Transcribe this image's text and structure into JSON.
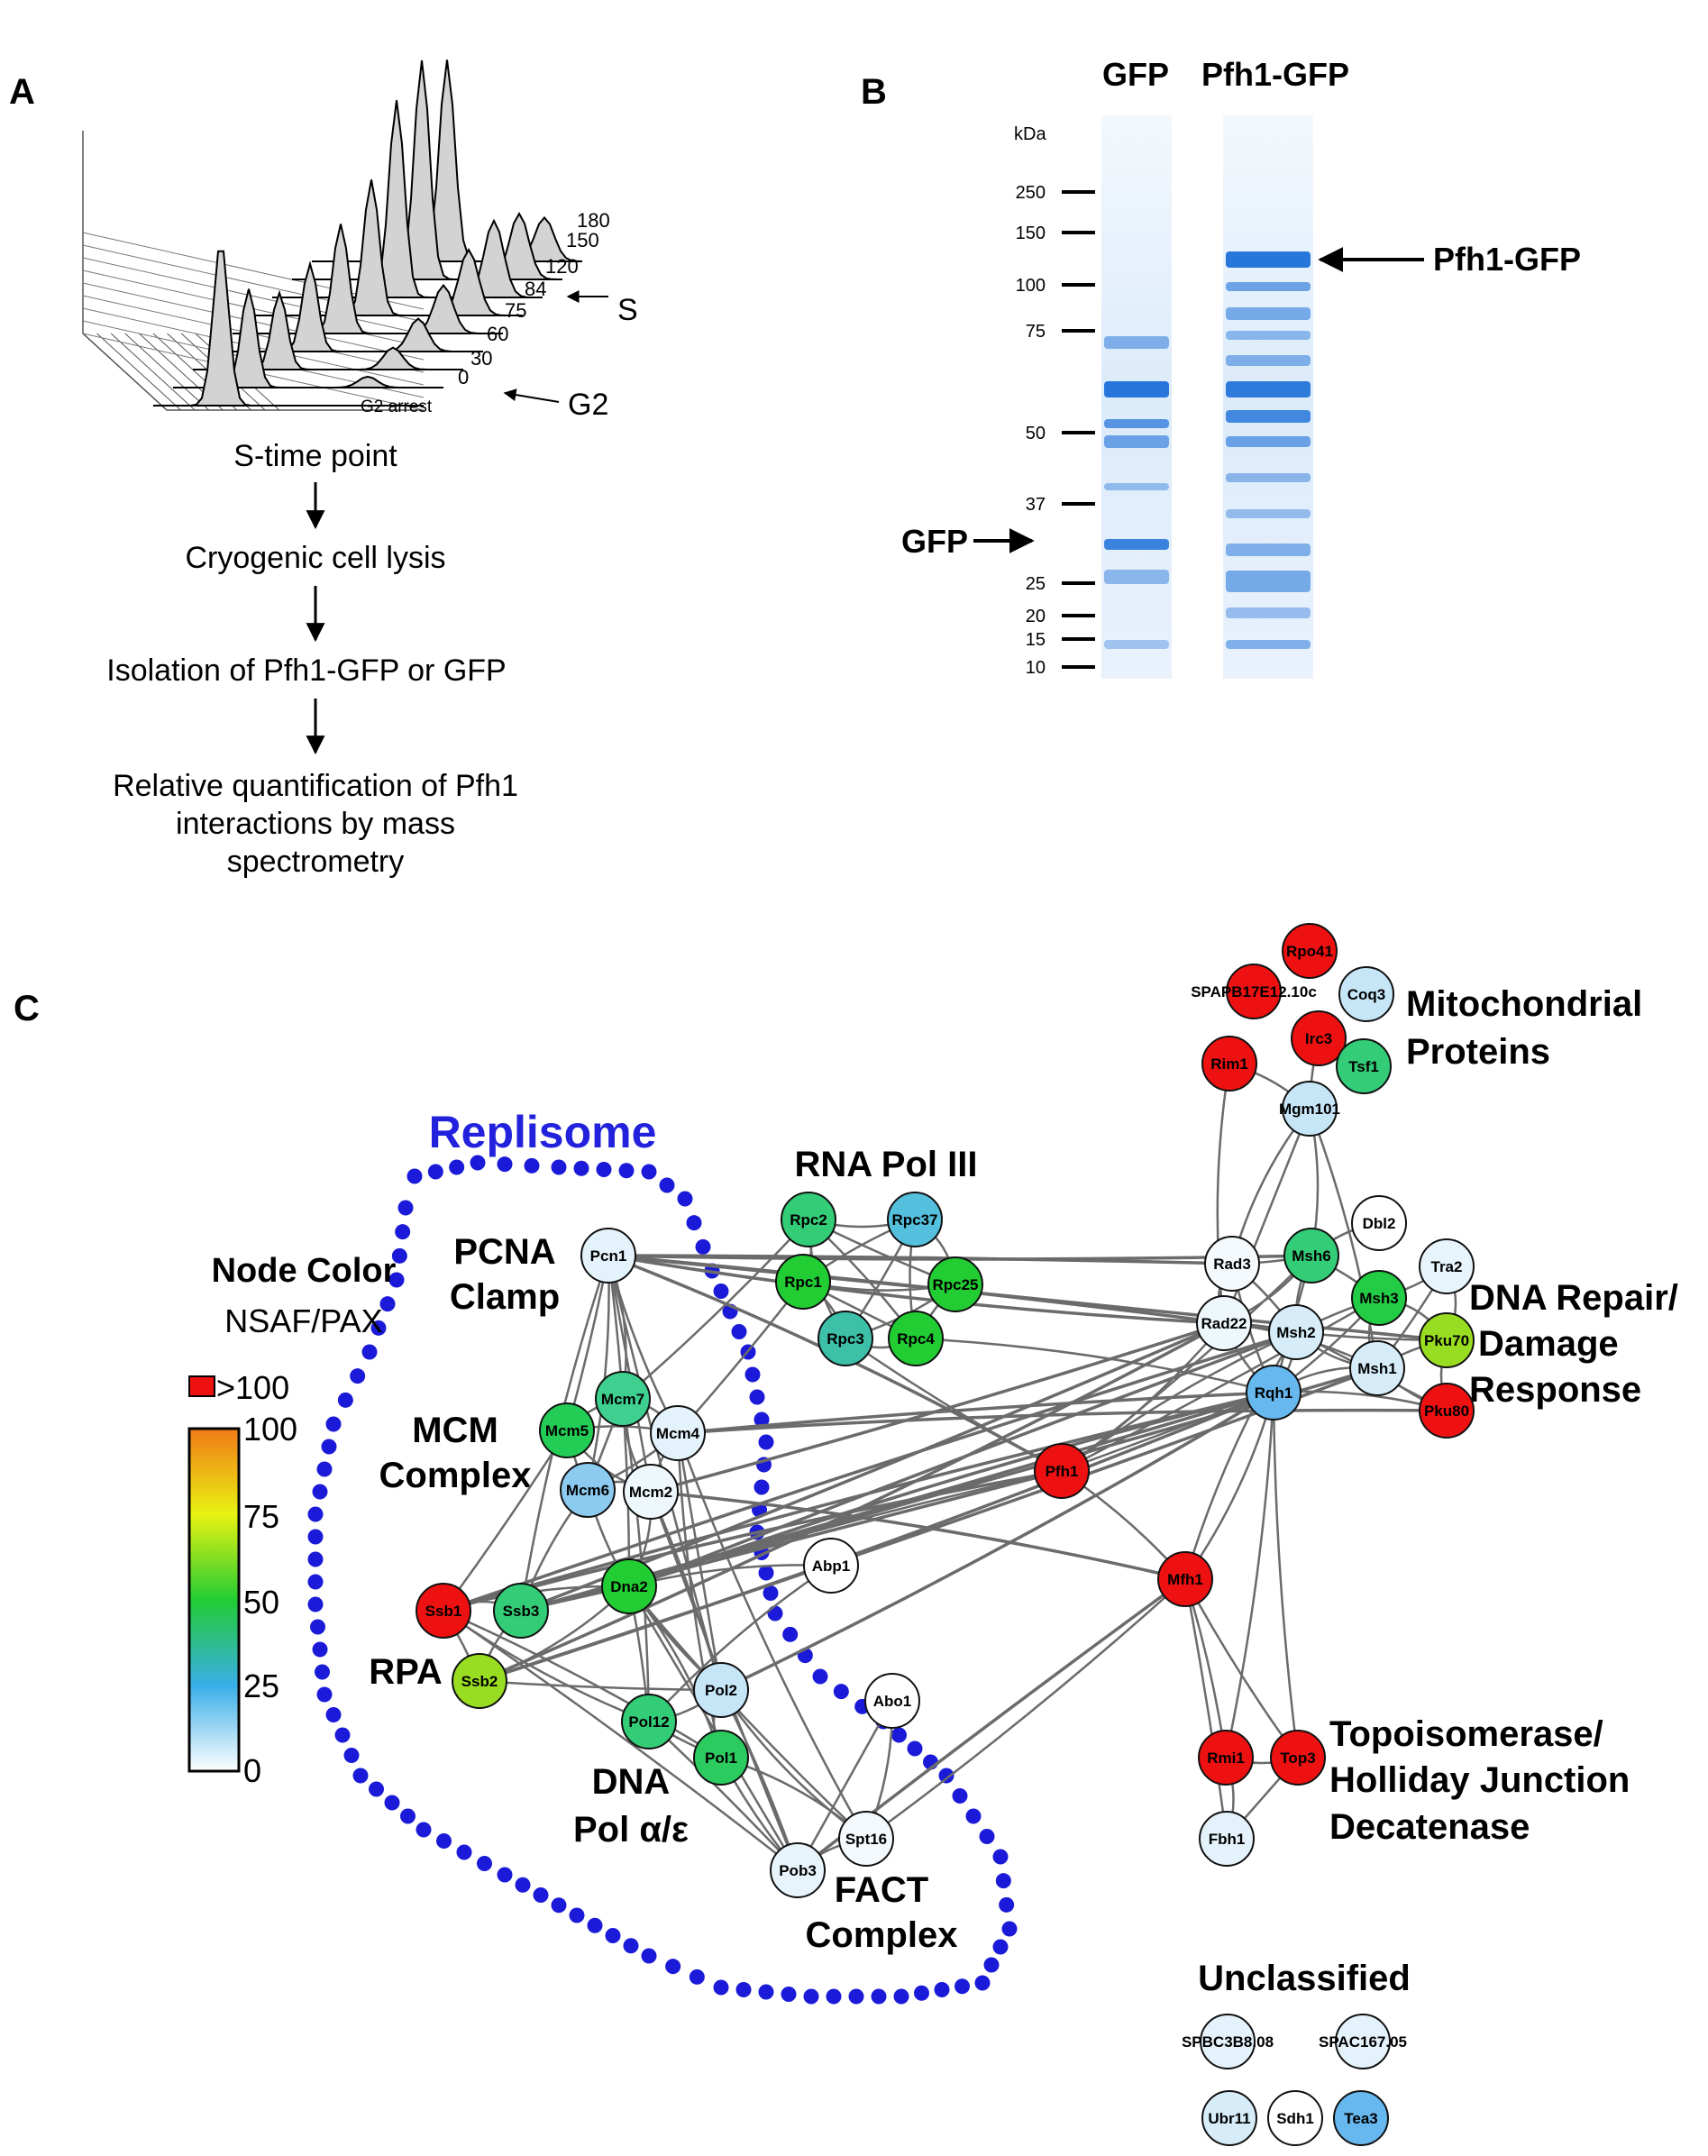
{
  "panelA": {
    "letter": "A",
    "timepoints": [
      "180",
      "150",
      "120",
      "84",
      "75",
      "60",
      "30",
      "0",
      "G2 arrest"
    ],
    "s_label": "S",
    "g2_label": "G2",
    "flow": [
      "S-time point",
      "Cryogenic cell lysis",
      "Isolation of Pfh1-GFP or GFP",
      "Relative quantification of Pfh1",
      "interactions by mass",
      "spectrometry"
    ]
  },
  "panelB": {
    "letter": "B",
    "lane1": "GFP",
    "lane2": "Pfh1-GFP",
    "kda_label": "kDa",
    "markers": [
      "250",
      "150",
      "100",
      "75",
      "50",
      "37",
      "25",
      "20",
      "15",
      "10"
    ],
    "arrow_right_label": "Pfh1-GFP",
    "arrow_left_label": "GFP"
  },
  "panelC": {
    "letter": "C",
    "replisome_title": "Replisome",
    "cluster_labels": {
      "pcna_1": "PCNA",
      "pcna_2": "Clamp",
      "mcm_1": "MCM",
      "mcm_2": "Complex",
      "rpa": "RPA",
      "pol_1": "DNA",
      "pol_2": "Pol α/ε",
      "fact_1": "FACT",
      "fact_2": "Complex",
      "rnapol": "RNA Pol III",
      "mito_1": "Mitochondrial",
      "mito_2": "Proteins",
      "repair_1": "DNA Repair/",
      "repair_2": "Damage",
      "repair_3": "Response",
      "topo_1": "Topoisomerase/",
      "topo_2": "Holliday Junction",
      "topo_3": "Decatenase",
      "unclassified": "Unclassified"
    },
    "legend": {
      "title": "Node Color",
      "subtitle": "NSAF/PAX",
      "over_label": ">100",
      "ticks": [
        "100",
        "75",
        "50",
        "25",
        "0"
      ],
      "colors": {
        "over": "#ee1111",
        "v100": "#f07a18",
        "v75": "#e9f212",
        "v50": "#22cc33",
        "v25": "#3aaee8",
        "v0": "#ffffff"
      }
    },
    "nodes": [
      {
        "id": "Pcn1",
        "label": "Pcn1",
        "fill": "#e4f2fb"
      },
      {
        "id": "Mcm7",
        "label": "Mcm7",
        "fill": "#3fd08f"
      },
      {
        "id": "Mcm5",
        "label": "Mcm5",
        "fill": "#23cc55"
      },
      {
        "id": "Mcm4",
        "label": "Mcm4",
        "fill": "#e4f2fb"
      },
      {
        "id": "Mcm6",
        "label": "Mcm6",
        "fill": "#8ccaf0"
      },
      {
        "id": "Mcm2",
        "label": "Mcm2",
        "fill": "#eef7fc"
      },
      {
        "id": "Ssb1",
        "label": "Ssb1",
        "fill": "#ee1111"
      },
      {
        "id": "Ssb3",
        "label": "Ssb3",
        "fill": "#33cc77"
      },
      {
        "id": "Dna2",
        "label": "Dna2",
        "fill": "#22cc33"
      },
      {
        "id": "Ssb2",
        "label": "Ssb2",
        "fill": "#99dd22"
      },
      {
        "id": "Abp1",
        "label": "Abp1",
        "fill": "#ffffff"
      },
      {
        "id": "Pol2",
        "label": "Pol2",
        "fill": "#c6e6f8"
      },
      {
        "id": "Pol12",
        "label": "Pol12",
        "fill": "#33cc77"
      },
      {
        "id": "Pol1",
        "label": "Pol1",
        "fill": "#2ccb5f"
      },
      {
        "id": "Abo1",
        "label": "Abo1",
        "fill": "#ffffff"
      },
      {
        "id": "Spt16",
        "label": "Spt16",
        "fill": "#f3f9fd"
      },
      {
        "id": "Pob3",
        "label": "Pob3",
        "fill": "#e8f4fb"
      },
      {
        "id": "Rpc2",
        "label": "Rpc2",
        "fill": "#33cc77"
      },
      {
        "id": "Rpc37",
        "label": "Rpc37",
        "fill": "#55c0dd"
      },
      {
        "id": "Rpc1",
        "label": "Rpc1",
        "fill": "#22cc33"
      },
      {
        "id": "Rpc25",
        "label": "Rpc25",
        "fill": "#22cc33"
      },
      {
        "id": "Rpc3",
        "label": "Rpc3",
        "fill": "#3dbfa8"
      },
      {
        "id": "Rpc4",
        "label": "Rpc4",
        "fill": "#22cc33"
      },
      {
        "id": "Pfh1",
        "label": "Pfh1",
        "fill": "#ee1111"
      },
      {
        "id": "Mfh1",
        "label": "Mfh1",
        "fill": "#ee1111"
      },
      {
        "id": "Rpo41",
        "label": "Rpo41",
        "fill": "#ee1111"
      },
      {
        "id": "SPAPB17E12",
        "label": "SPAPB17E12.10c",
        "fill": "#ee1111"
      },
      {
        "id": "Coq3",
        "label": "Coq3",
        "fill": "#c6e6f8"
      },
      {
        "id": "Irc3",
        "label": "Irc3",
        "fill": "#ee1111"
      },
      {
        "id": "Rim1",
        "label": "Rim1",
        "fill": "#ee1111"
      },
      {
        "id": "Tsf1",
        "label": "Tsf1",
        "fill": "#33cc77"
      },
      {
        "id": "Mgm101",
        "label": "Mgm101",
        "fill": "#c6e6f8"
      },
      {
        "id": "Dbl2",
        "label": "Dbl2",
        "fill": "#ffffff"
      },
      {
        "id": "Rad3",
        "label": "Rad3",
        "fill": "#f3f9fd"
      },
      {
        "id": "Msh6",
        "label": "Msh6",
        "fill": "#33cc77"
      },
      {
        "id": "Tra2",
        "label": "Tra2",
        "fill": "#e8f4fb"
      },
      {
        "id": "Msh3",
        "label": "Msh3",
        "fill": "#22cc44"
      },
      {
        "id": "Rad22",
        "label": "Rad22",
        "fill": "#eef7fc"
      },
      {
        "id": "Msh2",
        "label": "Msh2",
        "fill": "#d6edf9"
      },
      {
        "id": "Pku70",
        "label": "Pku70",
        "fill": "#99dd22"
      },
      {
        "id": "Msh1",
        "label": "Msh1",
        "fill": "#d6edf9"
      },
      {
        "id": "Rqh1",
        "label": "Rqh1",
        "fill": "#66b8ee"
      },
      {
        "id": "Pku80",
        "label": "Pku80",
        "fill": "#ee1111"
      },
      {
        "id": "Rmi1",
        "label": "Rmi1",
        "fill": "#ee1111"
      },
      {
        "id": "Top3",
        "label": "Top3",
        "fill": "#ee1111"
      },
      {
        "id": "Fbh1",
        "label": "Fbh1",
        "fill": "#e4f2fb"
      },
      {
        "id": "SPBC3B8",
        "label": "SPBC3B8.08",
        "fill": "#e4f2fb"
      },
      {
        "id": "SPAC167",
        "label": "SPAC167.05",
        "fill": "#e4f2fb"
      },
      {
        "id": "Ubr11",
        "label": "Ubr11",
        "fill": "#d6edf9"
      },
      {
        "id": "Sdh1",
        "label": "Sdh1",
        "fill": "#ffffff"
      },
      {
        "id": "Tea3",
        "label": "Tea3",
        "fill": "#66b8ee"
      }
    ],
    "edges": [
      [
        "Pcn1",
        "Mcm7"
      ],
      [
        "Pcn1",
        "Mcm5"
      ],
      [
        "Pcn1",
        "Mcm4"
      ],
      [
        "Pcn1",
        "Mcm6"
      ],
      [
        "Pcn1",
        "Mcm2"
      ],
      [
        "Pcn1",
        "Ssb3"
      ],
      [
        "Pcn1",
        "Dna2"
      ],
      [
        "Pcn1",
        "Pol2"
      ],
      [
        "Pcn1",
        "Rad22"
      ],
      [
        "Pcn1",
        "Msh2"
      ],
      [
        "Pcn1",
        "Msh6"
      ],
      [
        "Pcn1",
        "Pfh1"
      ],
      [
        "Pcn1",
        "Rad3"
      ],
      [
        "Mcm7",
        "Mcm5"
      ],
      [
        "Mcm7",
        "Mcm4"
      ],
      [
        "Mcm7",
        "Mcm6"
      ],
      [
        "Mcm7",
        "Mcm2"
      ],
      [
        "Mcm5",
        "Mcm4"
      ],
      [
        "Mcm5",
        "Mcm6"
      ],
      [
        "Mcm5",
        "Mcm2"
      ],
      [
        "Mcm4",
        "Mcm6"
      ],
      [
        "Mcm4",
        "Mcm2"
      ],
      [
        "Mcm6",
        "Mcm2"
      ],
      [
        "Mcm5",
        "Ssb1"
      ],
      [
        "Mcm6",
        "Ssb3"
      ],
      [
        "Mcm2",
        "Dna2"
      ],
      [
        "Mcm4",
        "Pol2"
      ],
      [
        "Mcm4",
        "Pol1"
      ],
      [
        "Mcm7",
        "Pol12"
      ],
      [
        "Mcm2",
        "Pob3"
      ],
      [
        "Mcm4",
        "Spt16"
      ],
      [
        "Mcm2",
        "Pol2"
      ],
      [
        "Mcm6",
        "Dna2"
      ],
      [
        "Ssb1",
        "Ssb3"
      ],
      [
        "Ssb1",
        "Ssb2"
      ],
      [
        "Ssb3",
        "Ssb2"
      ],
      [
        "Ssb1",
        "Dna2"
      ],
      [
        "Ssb3",
        "Dna2"
      ],
      [
        "Ssb1",
        "Pol12"
      ],
      [
        "Ssb1",
        "Pol1"
      ],
      [
        "Ssb2",
        "Pol2"
      ],
      [
        "Ssb2",
        "Dna2"
      ],
      [
        "Ssb1",
        "Pob3"
      ],
      [
        "Dna2",
        "Pol2"
      ],
      [
        "Dna2",
        "Pol1"
      ],
      [
        "Dna2",
        "Pol12"
      ],
      [
        "Dna2",
        "Spt16"
      ],
      [
        "Dna2",
        "Abp1"
      ],
      [
        "Dna2",
        "Pob3"
      ],
      [
        "Pol2",
        "Pol1"
      ],
      [
        "Pol2",
        "Pol12"
      ],
      [
        "Pol12",
        "Pol1"
      ],
      [
        "Pol2",
        "Spt16"
      ],
      [
        "Pol2",
        "Pob3"
      ],
      [
        "Pol1",
        "Pob3"
      ],
      [
        "Pol1",
        "Spt16"
      ],
      [
        "Pol12",
        "Pob3"
      ],
      [
        "Spt16",
        "Pob3"
      ],
      [
        "Abo1",
        "Spt16"
      ],
      [
        "Abo1",
        "Pob3"
      ],
      [
        "Abp1",
        "Pol12"
      ],
      [
        "Ssb1",
        "Rqh1"
      ],
      [
        "Ssb3",
        "Rqh1"
      ],
      [
        "Ssb2",
        "Rqh1"
      ],
      [
        "Ssb1",
        "Msh2"
      ],
      [
        "Ssb3",
        "Rad22"
      ],
      [
        "Dna2",
        "Rqh1"
      ],
      [
        "Dna2",
        "Msh2"
      ],
      [
        "Ssb2",
        "Msh1"
      ],
      [
        "Ssb1",
        "Pfh1"
      ],
      [
        "Ssb3",
        "Pfh1"
      ],
      [
        "Pol2",
        "Rqh1"
      ],
      [
        "Dna2",
        "Pfh1"
      ],
      [
        "Ssb3",
        "Msh1"
      ],
      [
        "Ssb2",
        "Rad22"
      ],
      [
        "Mcm4",
        "Rqh1"
      ],
      [
        "Mcm2",
        "Rad22"
      ],
      [
        "Mcm2",
        "Mfh1"
      ],
      [
        "Pob3",
        "Mfh1"
      ],
      [
        "Spt16",
        "Mfh1"
      ],
      [
        "Mcm4",
        "Pku80"
      ],
      [
        "Pcn1",
        "Pku70"
      ],
      [
        "Rpc2",
        "Rpc37"
      ],
      [
        "Rpc2",
        "Rpc1"
      ],
      [
        "Rpc2",
        "Rpc25"
      ],
      [
        "Rpc2",
        "Rpc3"
      ],
      [
        "Rpc2",
        "Rpc4"
      ],
      [
        "Rpc37",
        "Rpc1"
      ],
      [
        "Rpc37",
        "Rpc25"
      ],
      [
        "Rpc37",
        "Rpc3"
      ],
      [
        "Rpc37",
        "Rpc4"
      ],
      [
        "Rpc1",
        "Rpc3"
      ],
      [
        "Rpc1",
        "Rpc4"
      ],
      [
        "Rpc1",
        "Rpc25"
      ],
      [
        "Rpc25",
        "Rpc3"
      ],
      [
        "Rpc25",
        "Rpc4"
      ],
      [
        "Rpc3",
        "Rpc4"
      ],
      [
        "Rpc2",
        "Mcm7"
      ],
      [
        "Rpc3",
        "Pfh1"
      ],
      [
        "Rpc4",
        "Rqh1"
      ],
      [
        "Rpc1",
        "Mcm4"
      ],
      [
        "Pfh1",
        "Msh6"
      ],
      [
        "Pfh1",
        "Msh2"
      ],
      [
        "Pfh1",
        "Rqh1"
      ],
      [
        "Pfh1",
        "Rad22"
      ],
      [
        "Pfh1",
        "Mfh1"
      ],
      [
        "Pfh1",
        "Msh3"
      ],
      [
        "Mfh1",
        "Rqh1"
      ],
      [
        "Mfh1",
        "Rmi1"
      ],
      [
        "Mfh1",
        "Top3"
      ],
      [
        "Mfh1",
        "Msh2"
      ],
      [
        "Mfh1",
        "Fbh1"
      ],
      [
        "Rmi1",
        "Top3"
      ],
      [
        "Rmi1",
        "Fbh1"
      ],
      [
        "Top3",
        "Fbh1"
      ],
      [
        "Rmi1",
        "Rqh1"
      ],
      [
        "Top3",
        "Rqh1"
      ],
      [
        "Rad3",
        "Msh6"
      ],
      [
        "Rad3",
        "Rad22"
      ],
      [
        "Rad3",
        "Msh2"
      ],
      [
        "Rad3",
        "Rqh1"
      ],
      [
        "Rad3",
        "Mgm101"
      ],
      [
        "Msh6",
        "Msh3"
      ],
      [
        "Msh6",
        "Msh2"
      ],
      [
        "Msh6",
        "Rad22"
      ],
      [
        "Msh6",
        "Rqh1"
      ],
      [
        "Msh6",
        "Mgm101"
      ],
      [
        "Msh6",
        "Dbl2"
      ],
      [
        "Msh3",
        "Msh2"
      ],
      [
        "Msh3",
        "Msh1"
      ],
      [
        "Msh3",
        "Rqh1"
      ],
      [
        "Msh3",
        "Tra2"
      ],
      [
        "Msh3",
        "Pku70"
      ],
      [
        "Rad22",
        "Msh2"
      ],
      [
        "Rad22",
        "Rqh1"
      ],
      [
        "Rad22",
        "Msh1"
      ],
      [
        "Rad22",
        "Mgm101"
      ],
      [
        "Msh2",
        "Msh1"
      ],
      [
        "Msh2",
        "Rqh1"
      ],
      [
        "Msh2",
        "Pku70"
      ],
      [
        "Msh1",
        "Rqh1"
      ],
      [
        "Msh1",
        "Pku70"
      ],
      [
        "Msh1",
        "Pku80"
      ],
      [
        "Tra2",
        "Pku70"
      ],
      [
        "Tra2",
        "Msh1"
      ],
      [
        "Pku70",
        "Pku80"
      ],
      [
        "Rqh1",
        "Pku80"
      ],
      [
        "Msh2",
        "Pku80"
      ],
      [
        "Msh1",
        "Mgm101"
      ],
      [
        "Rim1",
        "Mgm101"
      ],
      [
        "Irc3",
        "Mgm101"
      ],
      [
        "Rim1",
        "Rad22"
      ]
    ]
  }
}
